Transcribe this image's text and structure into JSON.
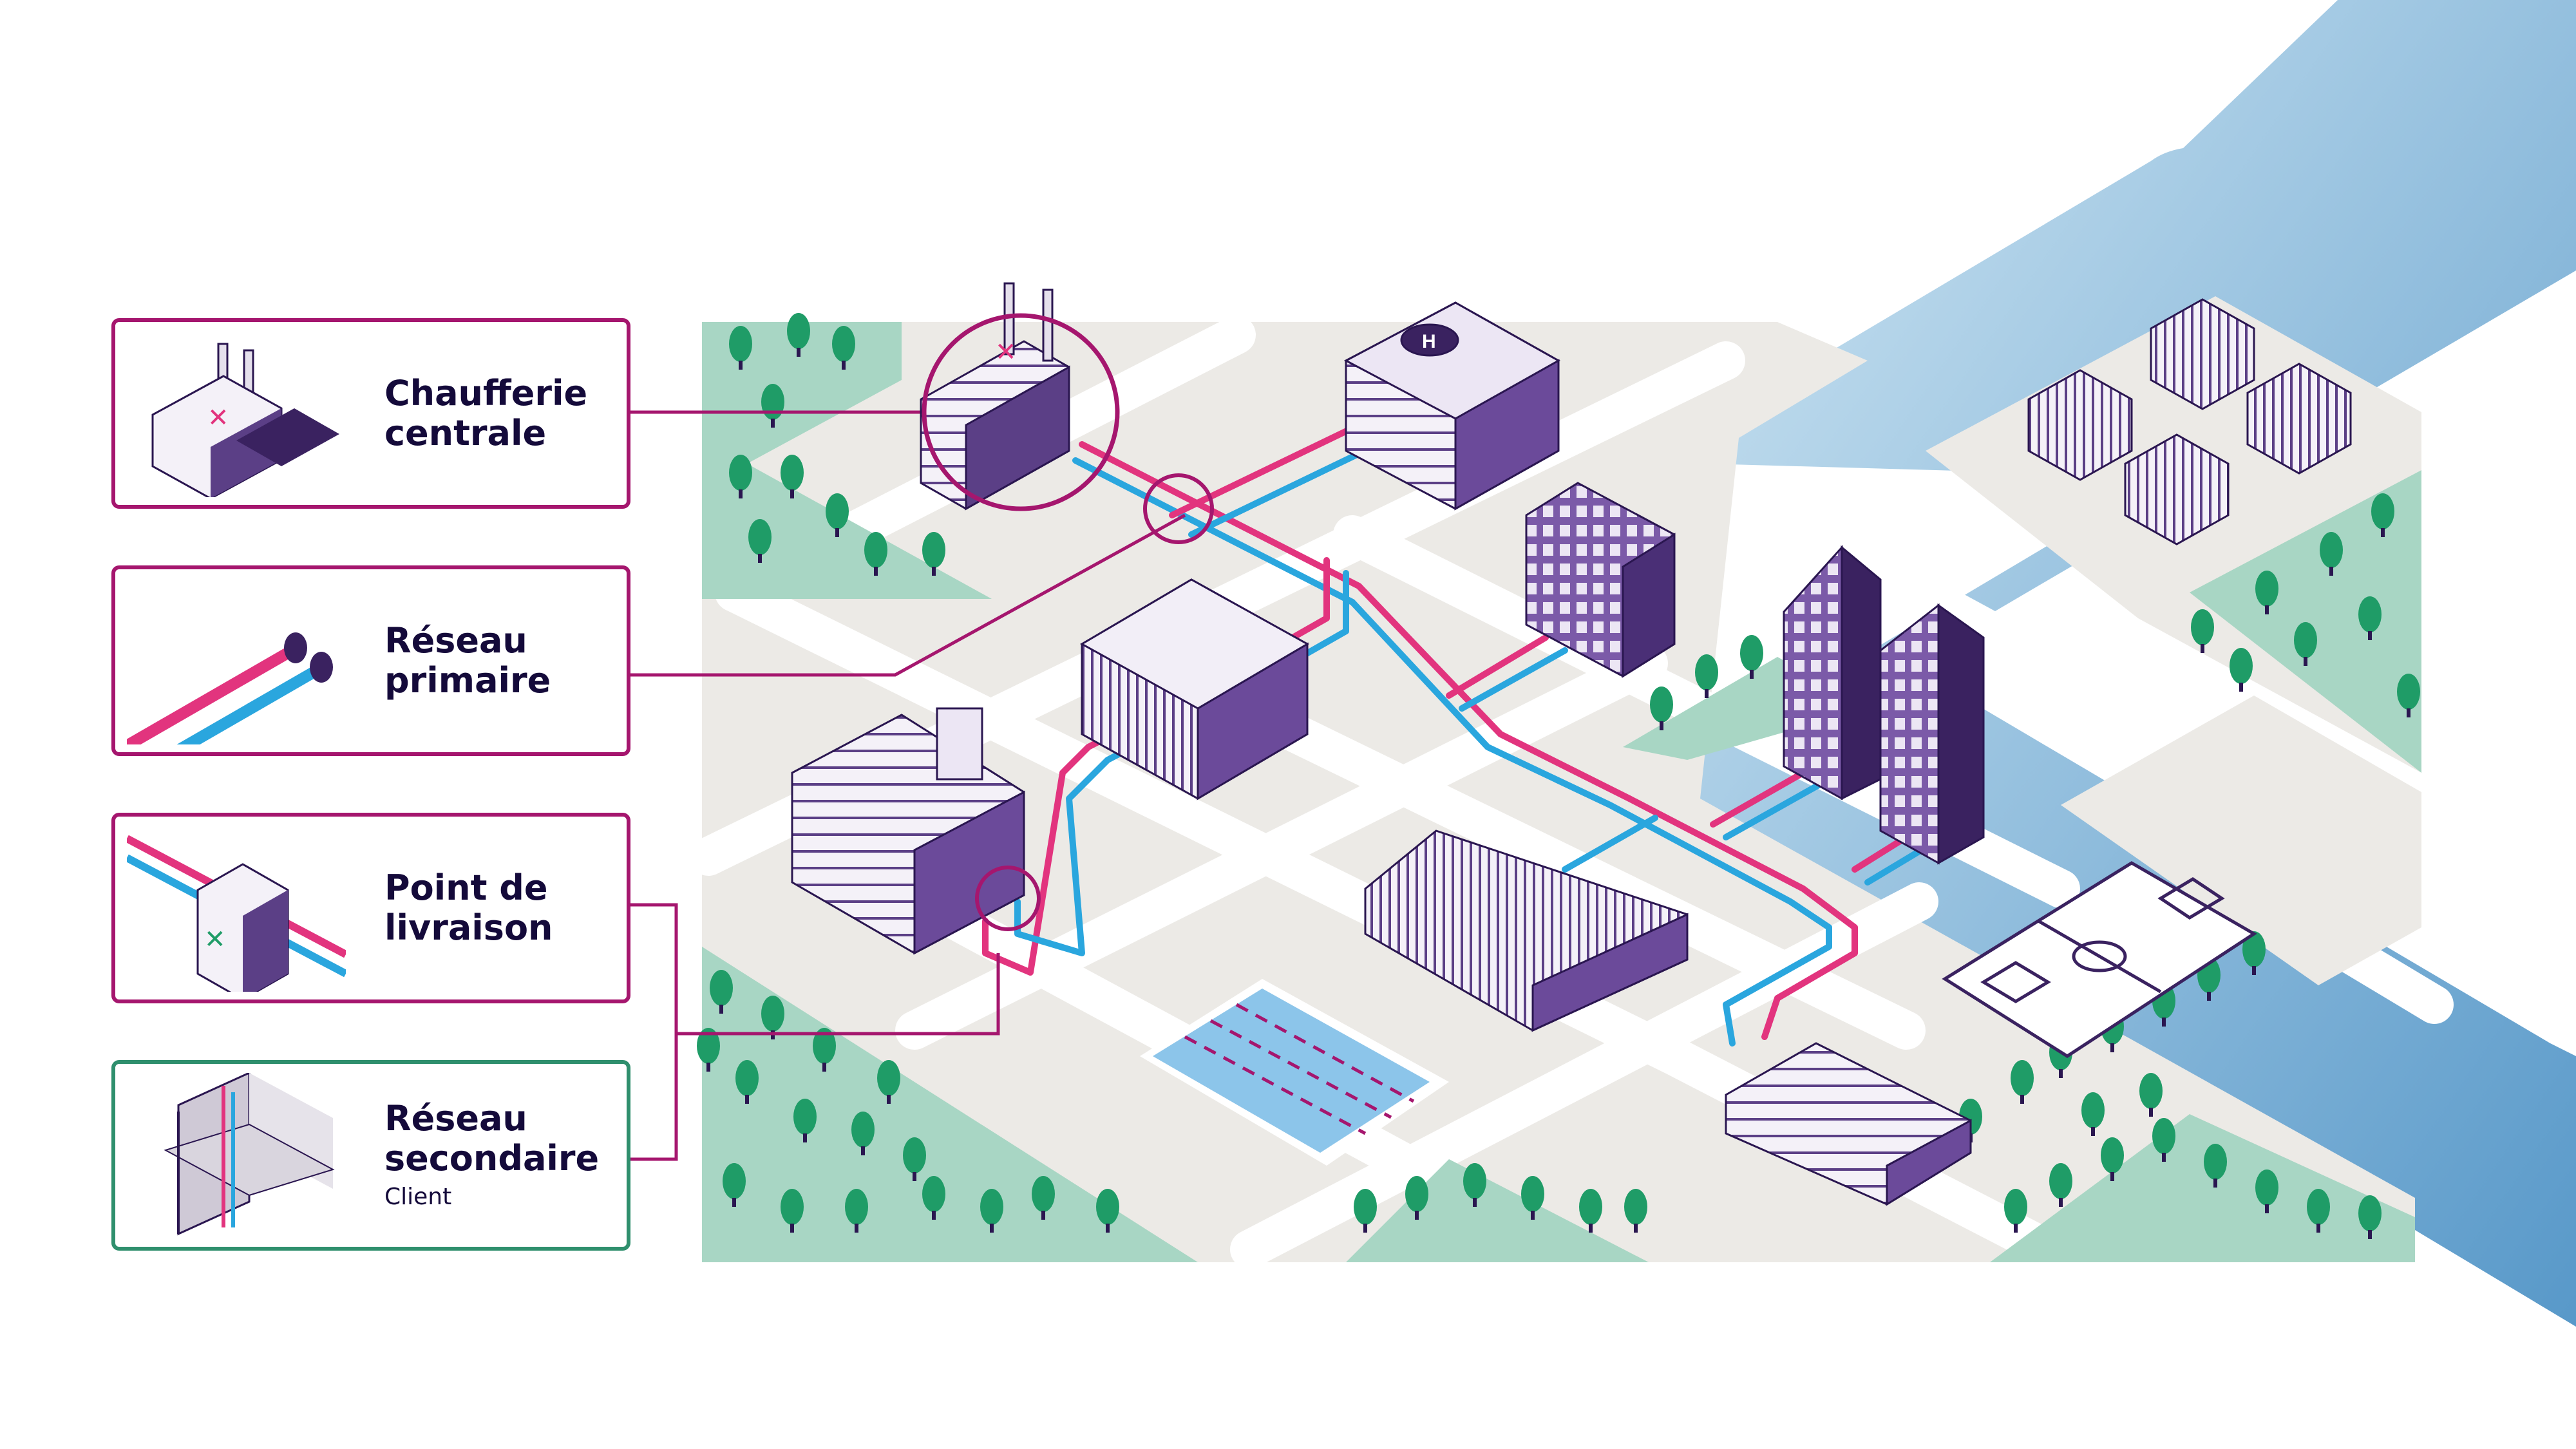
{
  "legend": [
    {
      "id": "chaufferie",
      "line1": "Chaufferie",
      "line2": "centrale",
      "sub": ""
    },
    {
      "id": "primaire",
      "line1": "Réseau",
      "line2": "primaire",
      "sub": ""
    },
    {
      "id": "livraison",
      "line1": "Point de",
      "line2": "livraison",
      "sub": ""
    },
    {
      "id": "secondaire",
      "line1": "Réseau",
      "line2": "secondaire",
      "sub": "Client"
    }
  ],
  "heliport_mark": "H",
  "colors": {
    "hot_pipe": "#e2347e",
    "cold_pipe": "#2aa6de",
    "frame_magenta": "#a5166e",
    "frame_green": "#2f8f6d",
    "building": "#6b4a9a",
    "building_dark": "#3a2260",
    "ground": "#eceae6",
    "road": "#ffffff",
    "park": "#9fd1bd",
    "tree": "#1f9c67",
    "river": "#7fb4d8",
    "pool": "#9fcbea"
  },
  "icons": [
    "factory-icon",
    "pipes-icon",
    "substation-icon",
    "wall-pipes-icon"
  ]
}
